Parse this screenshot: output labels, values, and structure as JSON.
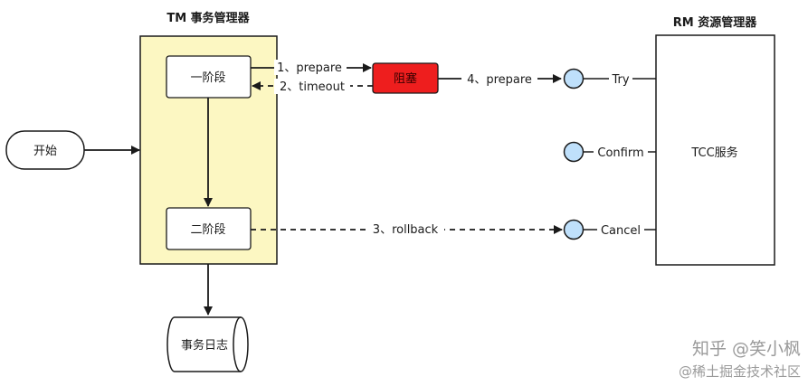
{
  "tm_title": "TM 事务管理器",
  "rm_title": "RM 资源管理器",
  "start": "开始",
  "phase1": "一阶段",
  "phase2": "二阶段",
  "log": "事务日志",
  "block": "阻塞",
  "service": "TCC服务",
  "edges": {
    "e1": "1、prepare",
    "e2": "2、timeout",
    "e3": "3、rollback",
    "e4": "4、prepare"
  },
  "ports": {
    "try": "Try",
    "confirm": "Confirm",
    "cancel": "Cancel"
  },
  "colors": {
    "tm_fill": "#fcf7c2",
    "block_fill": "#ee1e1e",
    "port_fill": "#bfe0fb"
  },
  "watermark": {
    "line1": "知乎 @笑小枫",
    "line2": "@稀土掘金技术社区"
  }
}
